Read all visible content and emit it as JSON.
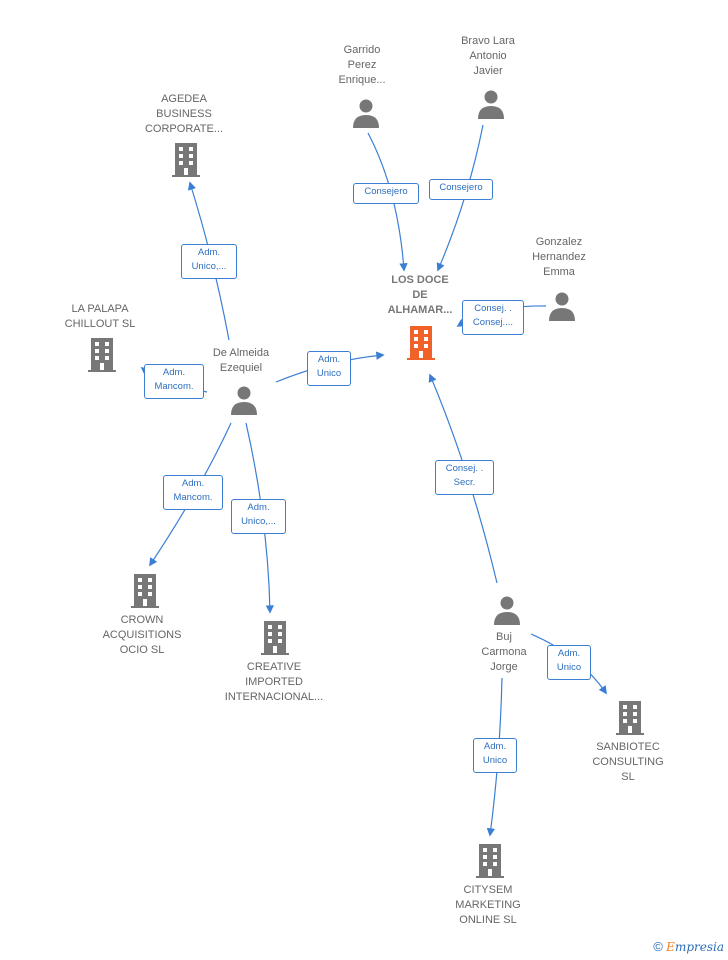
{
  "nodes": {
    "garrido": {
      "label": "Garrido\nPerez\nEnrique...",
      "kind": "person"
    },
    "bravo": {
      "label": "Bravo Lara\nAntonio\nJavier",
      "kind": "person"
    },
    "agedea": {
      "label": "AGEDEA\nBUSINESS\nCORPORATE...",
      "kind": "company"
    },
    "gonzalez": {
      "label": "Gonzalez\nHernandez\nEmma",
      "kind": "person"
    },
    "losdoce": {
      "label": "LOS DOCE\nDE\nALHAMAR...",
      "kind": "company-focus"
    },
    "lapalapa": {
      "label": "LA PALAPA\nCHILLOUT  SL",
      "kind": "company"
    },
    "dealmeida": {
      "label": "De Almeida\nEzequiel",
      "kind": "person"
    },
    "crown": {
      "label": "CROWN\nACQUISITIONS\nOCIO  SL",
      "kind": "company"
    },
    "creative": {
      "label": "CREATIVE\nIMPORTED\nINTERNACIONAL...",
      "kind": "company"
    },
    "buj": {
      "label": "Buj\nCarmona\nJorge",
      "kind": "person"
    },
    "sanbiotec": {
      "label": "SANBIOTEC\nCONSULTING\nSL",
      "kind": "company"
    },
    "citysem": {
      "label": "CITYSEM\nMARKETING\nONLINE  SL",
      "kind": "company"
    }
  },
  "edges": {
    "garrido_losdoce": "Consejero",
    "bravo_losdoce": "Consejero",
    "gonzalez_losdoce": "Consej. .\nConsej....",
    "dealmeida_agedea": "Adm.\nUnico,...",
    "dealmeida_lapalapa": "Adm.\nMancom.",
    "dealmeida_losdoce": "Adm.\nUnico",
    "dealmeida_crown": "Adm.\nMancom.",
    "dealmeida_creative": "Adm.\nUnico,...",
    "buj_losdoce": "Consej. .\nSecr.",
    "buj_sanbiotec": "Adm.\nUnico",
    "buj_citysem": "Adm.\nUnico"
  },
  "colors": {
    "edge": "#3b7fd4",
    "person_icon": "#777777",
    "company_icon": "#777777",
    "focus_icon": "#f0622a"
  },
  "footer": {
    "copyright": "©",
    "brand_first": "E",
    "brand_rest": "mpresia"
  }
}
